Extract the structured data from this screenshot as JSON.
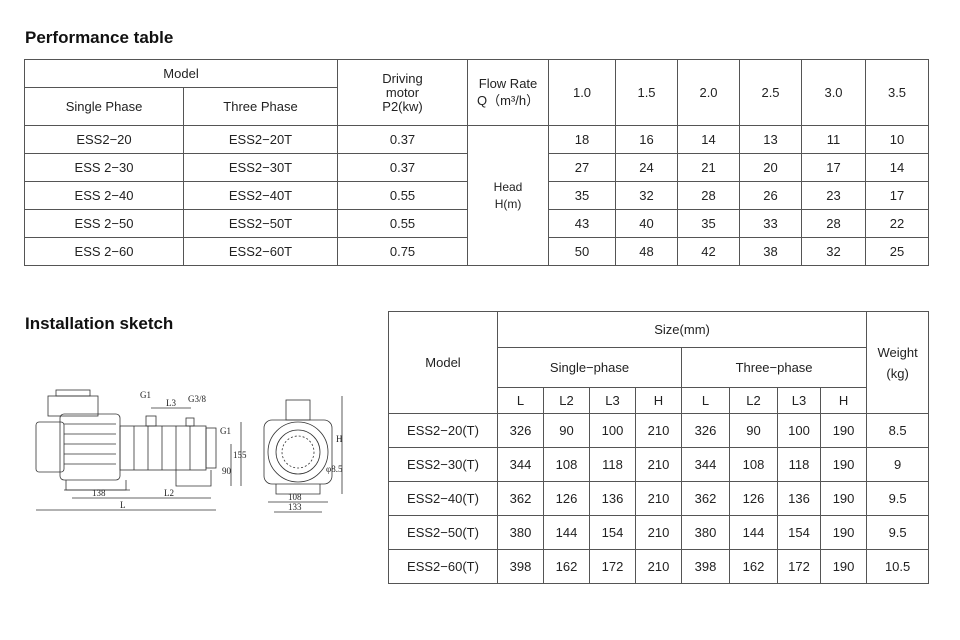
{
  "performance": {
    "title": "Performance table",
    "header": {
      "model": "Model",
      "single_phase": "Single Phase",
      "three_phase": "Three Phase",
      "driving_motor_l1": "Driving",
      "driving_motor_l2": "motor",
      "driving_motor_l3": "P2(kw)",
      "flow_rate_l1": "Flow Rate",
      "flow_rate_l2": "Q（m³/h）",
      "flows": [
        "1.0",
        "1.5",
        "2.0",
        "2.5",
        "3.0",
        "3.5"
      ]
    },
    "head_label_l1": "Head",
    "head_label_l2": "H(m)",
    "rows": [
      {
        "single": "ESS2−20",
        "three": "ESS2−20T",
        "power": "0.37",
        "heads": [
          "18",
          "16",
          "14",
          "13",
          "11",
          "10"
        ]
      },
      {
        "single": "ESS 2−30",
        "three": "ESS2−30T",
        "power": "0.37",
        "heads": [
          "27",
          "24",
          "21",
          "20",
          "17",
          "14"
        ]
      },
      {
        "single": "ESS 2−40",
        "three": "ESS2−40T",
        "power": "0.55",
        "heads": [
          "35",
          "32",
          "28",
          "26",
          "23",
          "17"
        ]
      },
      {
        "single": "ESS 2−50",
        "three": "ESS2−50T",
        "power": "0.55",
        "heads": [
          "43",
          "40",
          "35",
          "33",
          "28",
          "22"
        ]
      },
      {
        "single": "ESS 2−60",
        "three": "ESS2−60T",
        "power": "0.75",
        "heads": [
          "50",
          "48",
          "42",
          "38",
          "32",
          "25"
        ]
      }
    ]
  },
  "installation": {
    "title": "Installation sketch",
    "labels": {
      "g1_top": "G1",
      "g38": "G3/8",
      "l3": "L3",
      "g1_side": "G1",
      "d90": "90",
      "d155": "155",
      "d138": "138",
      "l2": "L2",
      "l": "L",
      "h": "H",
      "d108": "108",
      "d133": "133",
      "phi85": "φ8.5"
    }
  },
  "size_table": {
    "header": {
      "model": "Model",
      "size": "Size(mm)",
      "single_phase": "Single−phase",
      "three_phase": "Three−phase",
      "weight_l1": "Weight",
      "weight_l2": "(kg)",
      "cols": [
        "L",
        "L2",
        "L3",
        "H",
        "L",
        "L2",
        "L3",
        "H"
      ]
    },
    "rows": [
      {
        "model": "ESS2−20(T)",
        "values": [
          "326",
          "90",
          "100",
          "210",
          "326",
          "90",
          "100",
          "190"
        ],
        "weight": "8.5"
      },
      {
        "model": "ESS2−30(T)",
        "values": [
          "344",
          "108",
          "118",
          "210",
          "344",
          "108",
          "118",
          "190"
        ],
        "weight": "9"
      },
      {
        "model": "ESS2−40(T)",
        "values": [
          "362",
          "126",
          "136",
          "210",
          "362",
          "126",
          "136",
          "190"
        ],
        "weight": "9.5"
      },
      {
        "model": "ESS2−50(T)",
        "values": [
          "380",
          "144",
          "154",
          "210",
          "380",
          "144",
          "154",
          "190"
        ],
        "weight": "9.5"
      },
      {
        "model": "ESS2−60(T)",
        "values": [
          "398",
          "162",
          "172",
          "210",
          "398",
          "162",
          "172",
          "190"
        ],
        "weight": "10.5"
      }
    ]
  }
}
